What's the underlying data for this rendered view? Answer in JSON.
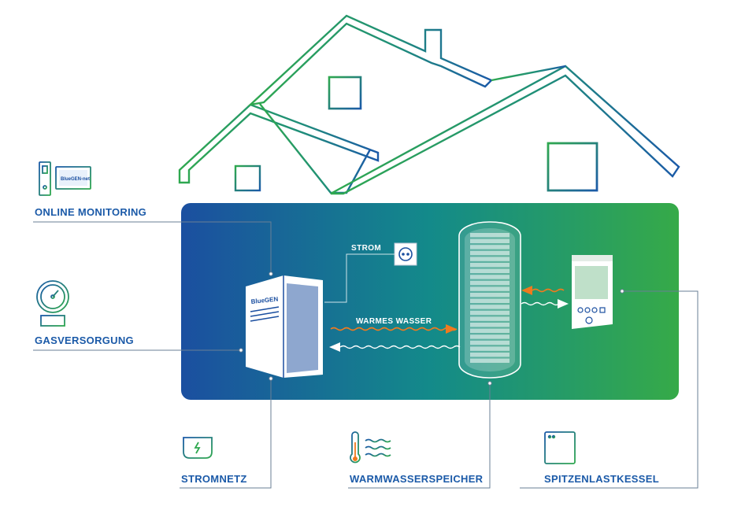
{
  "labels": {
    "online_monitoring": "ONLINE MONITORING",
    "gasversorgung": "GASVERSORGUNG",
    "stromnetz": "STROMNETZ",
    "warmwasserspeicher": "WARMWASSERSPEICHER",
    "spitzenlastkessel": "SPITZENLASTKESSEL",
    "strom": "STROM",
    "warmes_wasser": "WARMES WASSER"
  },
  "brand": {
    "device_logo": "BlueGEN",
    "monitor_logo": "BlueGEN-net"
  },
  "colors": {
    "panel_left": "#1b4fa0",
    "panel_mid": "#138a8a",
    "panel_right": "#35a94a",
    "house_green": "#2fa84f",
    "house_blue": "#1b5aa8",
    "label_blue": "#1b5aa8",
    "hot_flow": "#f07a1e",
    "line_gray": "#6a7f96"
  },
  "icons": {
    "monitoring": "computer-monitor-icon",
    "gas": "gas-pressure-gauge-icon",
    "grid": "power-plug-icon",
    "storage": "thermometer-water-icon",
    "boiler": "boiler-unit-icon",
    "socket": "power-socket-icon"
  }
}
